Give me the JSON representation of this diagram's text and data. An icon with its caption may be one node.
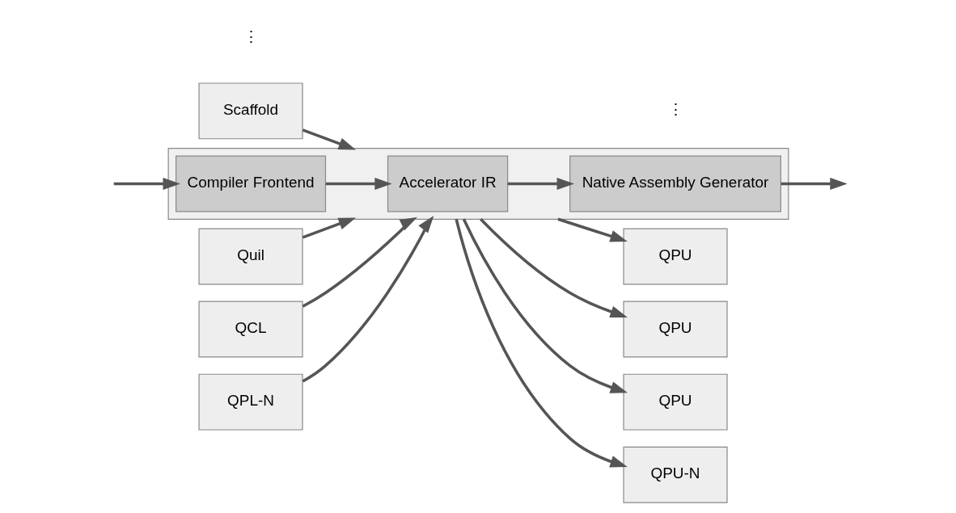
{
  "diagram": {
    "nodes": [
      {
        "text": [
          "Scaffold"
        ]
      },
      {
        "text": [
          "Quil"
        ]
      },
      {
        "text": [
          "QCL"
        ]
      },
      {
        "text": [
          "QPL-N"
        ]
      },
      {
        "text": [],
        "shape": "box"
      },
      {
        "text": [
          "Compiler Frontend"
        ],
        "in": 4
      },
      {
        "text": [
          "Accelerator IR"
        ],
        "in": 4
      },
      {
        "text": [
          "Native Assembly Generator"
        ],
        "in": 4
      },
      {
        "text": [
          "QPU"
        ]
      },
      {
        "text": [
          "QPU"
        ]
      },
      {
        "text": [
          "QPU"
        ]
      },
      {
        "text": [
          "QPU-N"
        ]
      }
    ],
    "edges": [
      {
        "from": 0,
        "to": 4,
        "arrow": "to"
      },
      {
        "from": 1,
        "to": 4,
        "arrow": "to"
      },
      {
        "from": 2,
        "to": 4,
        "arrow": "to"
      },
      {
        "from": 3,
        "to": 4,
        "arrow": "to"
      },
      {
        "from": null,
        "to": 5,
        "arrow": "to"
      },
      {
        "from": 5,
        "to": 6,
        "arrow": "to"
      },
      {
        "from": 6,
        "to": 7,
        "arrow": "to"
      },
      {
        "from": 7,
        "to": null,
        "arrow": "to"
      },
      {
        "from": 4,
        "to": 8,
        "arrow": "to"
      },
      {
        "from": 4,
        "to": 9,
        "arrow": "to"
      },
      {
        "from": 4,
        "to": 10,
        "arrow": "to"
      },
      {
        "from": 4,
        "to": 11,
        "arrow": "to"
      }
    ],
    "labels": [
      "⋮",
      "⋮"
    ]
  }
}
